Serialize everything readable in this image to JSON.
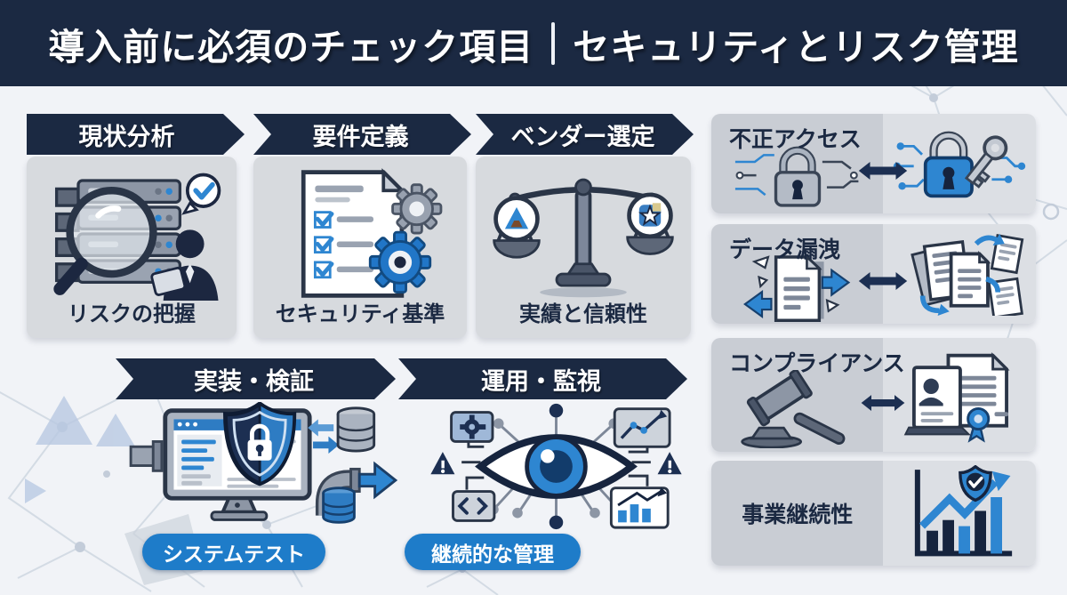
{
  "header": {
    "title_left": "導入前に必須のチェック項目",
    "title_right": "セキュリティとリスク管理"
  },
  "process": {
    "row1": [
      {
        "step": "現状分析",
        "label": "リスクの把握",
        "icon": "server-audit-icon"
      },
      {
        "step": "要件定義",
        "label": "セキュリティ基準",
        "icon": "checklist-gears-icon"
      },
      {
        "step": "ベンダー選定",
        "label": "実績と信頼性",
        "icon": "balance-scale-icon"
      }
    ],
    "row2": [
      {
        "step": "実装・検証",
        "label": "システムテスト",
        "icon": "secure-system-icon"
      },
      {
        "step": "運用・監視",
        "label": "継続的な管理",
        "icon": "monitoring-eye-icon"
      }
    ]
  },
  "risks": [
    {
      "title": "不正アクセス",
      "left_icon": "circuit-lock-icon",
      "right_icon": "lock-key-icon"
    },
    {
      "title": "データ漏洩",
      "left_icon": "document-leak-icon",
      "right_icon": "documents-scatter-icon"
    },
    {
      "title": "コンプライアンス",
      "left_icon": "gavel-icon",
      "right_icon": "certificate-icon"
    },
    {
      "title": "事業継続性",
      "left_icon": "",
      "right_icon": "growth-shield-icon"
    }
  ],
  "colors": {
    "navy": "#1b2942",
    "blue": "#2e86d1",
    "accent_blue": "#1e7cc9",
    "light_blue": "#5b9bd5",
    "card_gray": "#d7dade",
    "risk_left_gray": "#c9cdd4",
    "risk_right_gray": "#dcdfe4",
    "background": "#f1f3f7",
    "white": "#ffffff"
  }
}
